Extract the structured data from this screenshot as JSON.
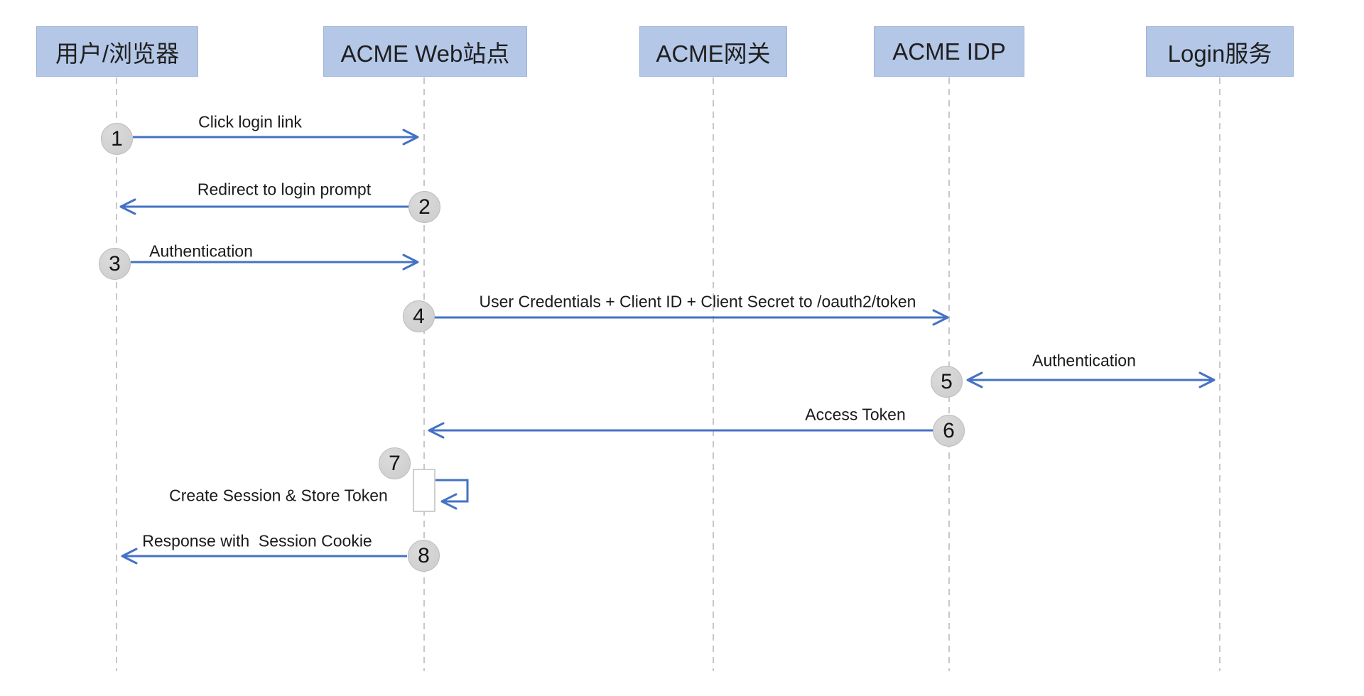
{
  "diagram": {
    "type": "sequence-diagram",
    "actors": [
      {
        "id": "user-browser",
        "label": "用户/浏览器"
      },
      {
        "id": "acme-web",
        "label": "ACME Web站点"
      },
      {
        "id": "acme-gateway",
        "label": "ACME网关"
      },
      {
        "id": "acme-idp",
        "label": "ACME IDP"
      },
      {
        "id": "login-service",
        "label": "Login服务"
      }
    ],
    "messages": [
      {
        "step": "1",
        "label": "Click login link",
        "from": "user-browser",
        "to": "acme-web",
        "arrow": "right"
      },
      {
        "step": "2",
        "label": "Redirect to login prompt",
        "from": "acme-web",
        "to": "user-browser",
        "arrow": "left"
      },
      {
        "step": "3",
        "label": "Authentication",
        "from": "user-browser",
        "to": "acme-web",
        "arrow": "right"
      },
      {
        "step": "4",
        "label": "User Credentials + Client ID + Client Secret to /oauth2/token",
        "from": "acme-web",
        "to": "acme-idp",
        "arrow": "right"
      },
      {
        "step": "5",
        "label": "Authentication",
        "from": "acme-idp",
        "to": "login-service",
        "arrow": "both"
      },
      {
        "step": "6",
        "label": "Access Token",
        "from": "acme-idp",
        "to": "acme-web",
        "arrow": "left"
      },
      {
        "step": "7",
        "label": "Create Session & Store Token",
        "from": "acme-web",
        "to": "acme-web",
        "arrow": "self"
      },
      {
        "step": "8",
        "label": "Response with  Session Cookie",
        "from": "acme-web",
        "to": "user-browser",
        "arrow": "left"
      }
    ],
    "colors": {
      "actor_fill": "#b4c7e7",
      "actor_border": "#9db3d8",
      "arrow": "#4472c4",
      "circle_fill": "#d2d2d2",
      "circle_border": "#bdbdbd",
      "lifeline": "#c8c8c8",
      "text": "#1a1a1a",
      "background": "#ffffff"
    }
  }
}
